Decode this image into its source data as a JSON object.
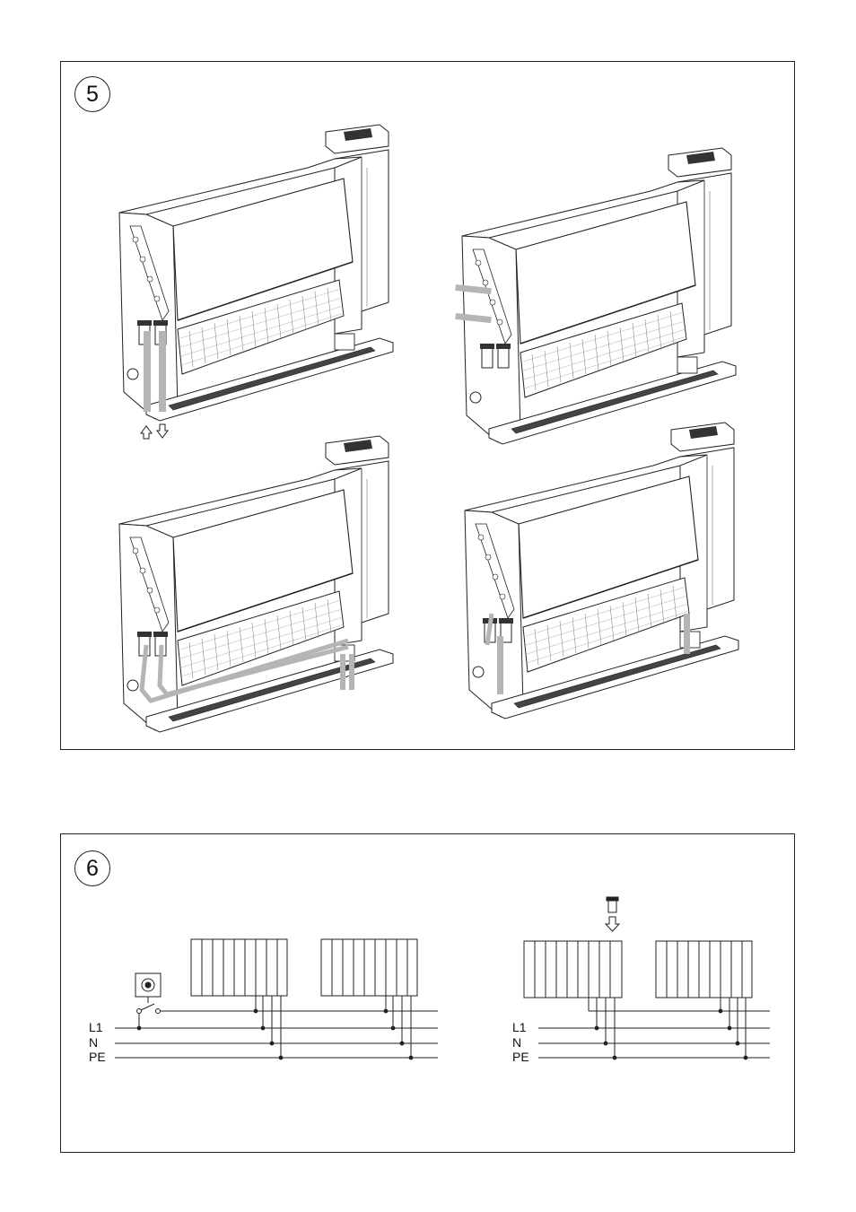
{
  "figure5": {
    "number": "5"
  },
  "figure6": {
    "number": "6",
    "left_diagram": {
      "labels": {
        "l1": "L1",
        "n": "N",
        "pe": "PE"
      }
    },
    "right_diagram": {
      "labels": {
        "l1": "L1",
        "n": "N",
        "pe": "PE"
      }
    }
  },
  "colors": {
    "line": "#222222",
    "pipe": "#b5b5b5",
    "fan": "#9a9a9a"
  },
  "icons": [
    "thermostat-switch-icon",
    "bus-bar-cap-icon",
    "down-arrow-icon",
    "up-arrow-icon"
  ]
}
